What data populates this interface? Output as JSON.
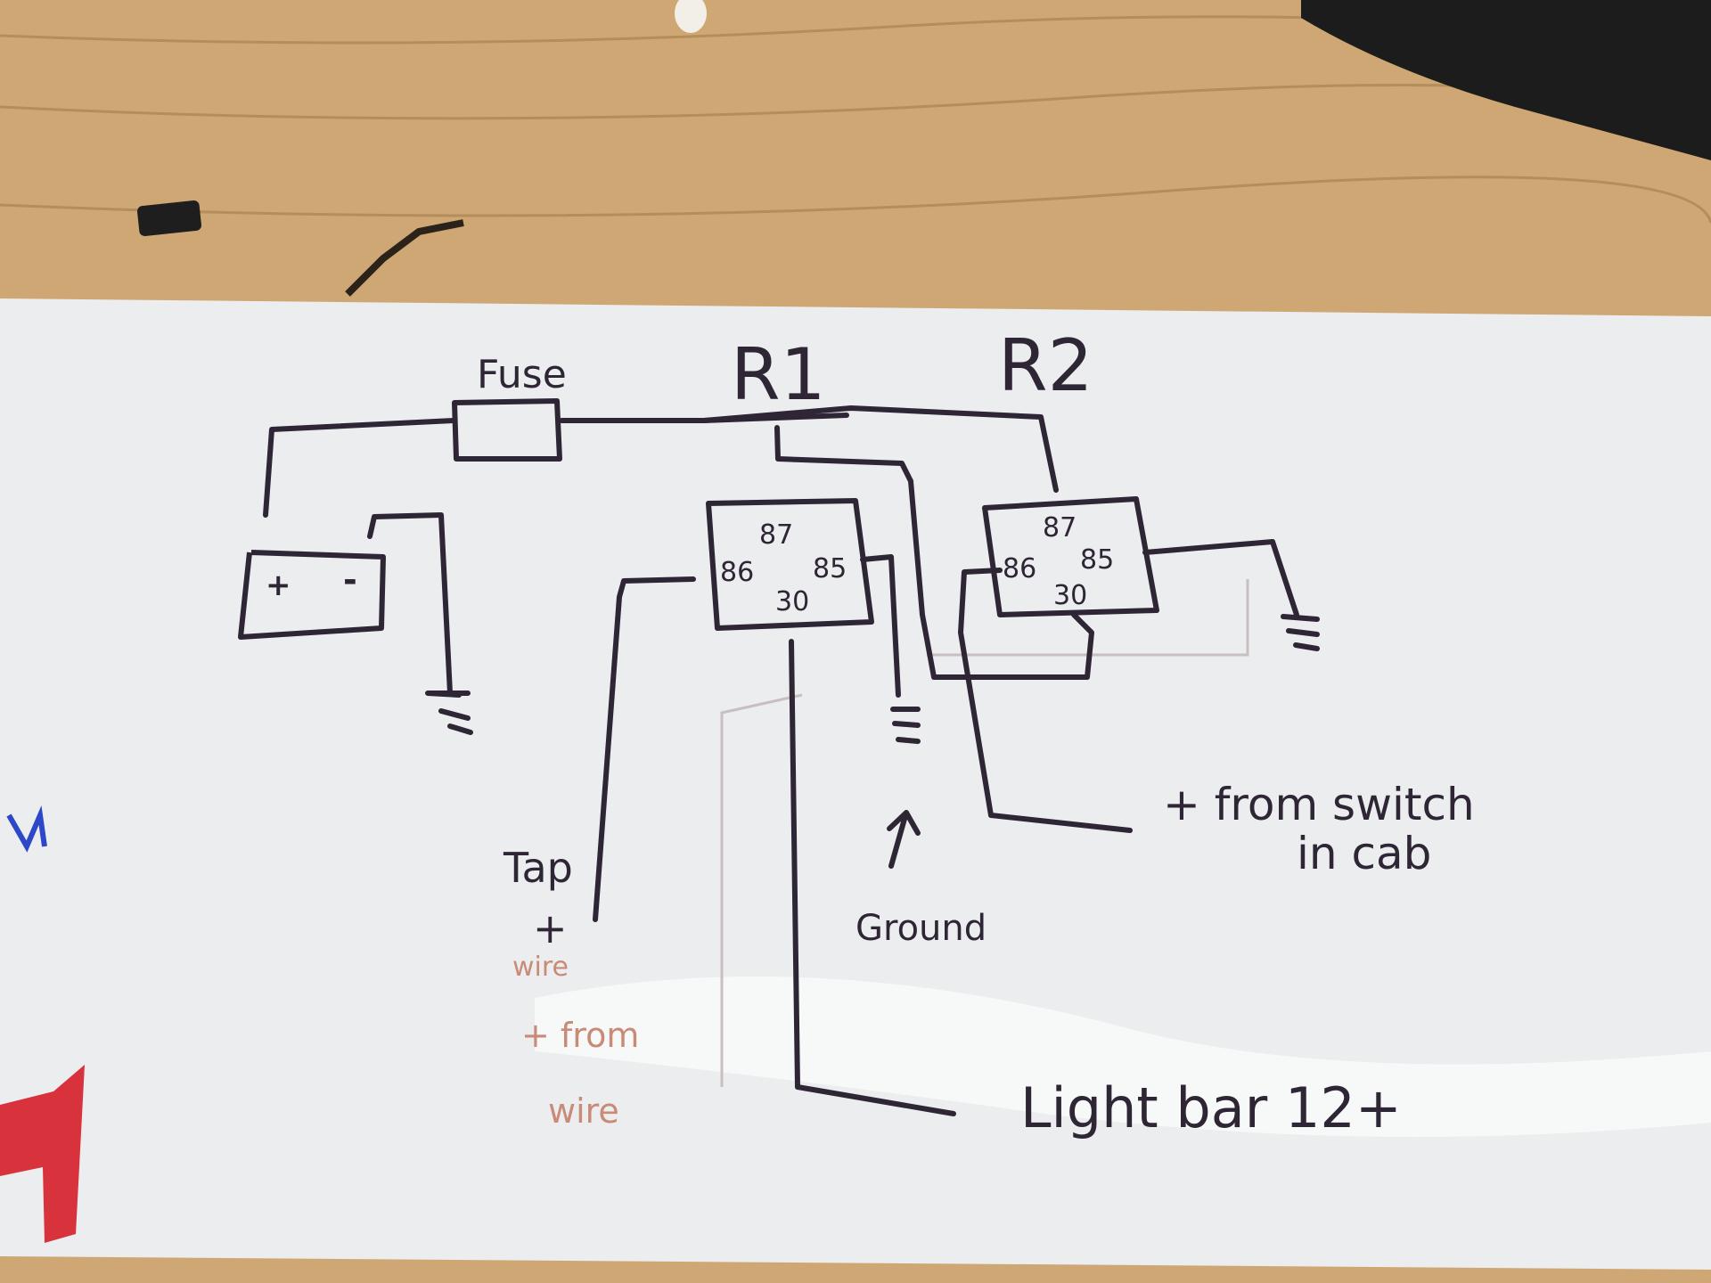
{
  "colors": {
    "wood": "#cfa774",
    "board": "#ebedee",
    "marker": "#2e2535",
    "faint_marker": "#c98a78",
    "red_marker": "#d8323c",
    "blue_marker": "#2c48c8"
  },
  "diagram": {
    "fuse_label": "Fuse",
    "relay1": {
      "title": "R1",
      "pins": {
        "p87": "87",
        "p86": "86",
        "p85": "85",
        "p30": "30"
      }
    },
    "relay2": {
      "title": "R2",
      "pins": {
        "p87": "87",
        "p86": "86",
        "p85": "85",
        "p30": "30"
      }
    },
    "battery": {
      "plus": "+",
      "minus": "-"
    },
    "labels": {
      "tap_line1": "Tap",
      "tap_line2": "+",
      "tap_faint_1": "wire",
      "tap_faint_2": "+ from",
      "tap_faint_3": "wire",
      "ground": "Ground",
      "switch_line1": "+ from switch",
      "switch_line2": "in cab",
      "lightbar": "Light bar 12+"
    }
  }
}
